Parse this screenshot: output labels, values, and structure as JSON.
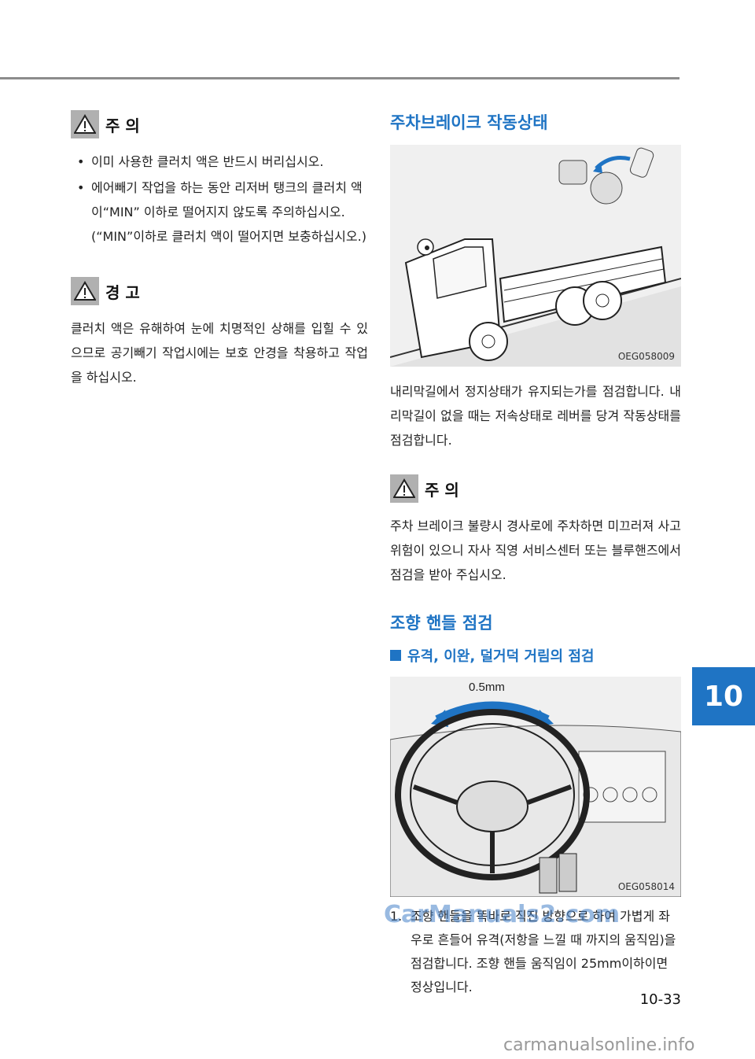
{
  "left": {
    "caution": {
      "title": "주 의",
      "items": [
        "이미 사용한 클러치 액은 반드시 버리십시오.",
        "에어빼기 작업을 하는 동안 리저버 탱크의 클러치 액이“MIN” 이하로 떨어지지 않도록 주의하십시오.(“MIN”이하로 클러치 액이 떨어지면 보충하십시오.)"
      ]
    },
    "warning": {
      "title": "경 고",
      "text": "클러치 액은 유해하여 눈에 치명적인 상해를 입힐 수 있으므로 공기빼기 작업시에는 보호 안경을 착용하고 작업을 하십시오."
    }
  },
  "right": {
    "parking": {
      "title": "주차브레이크 작동상태",
      "figure_code": "OEG058009",
      "text": "내리막길에서 정지상태가 유지되는가를 점검합니다. 내리막길이 없을 때는 저속상태로 레버를 당겨 작동상태를 점검합니다."
    },
    "caution": {
      "title": "주 의",
      "text": "주차 브레이크 불량시 경사로에 주차하면 미끄러져 사고 위험이 있으니 자사 직영 서비스센터 또는 블루핸즈에서 점검을 받아 주십시오."
    },
    "steering": {
      "title": "조향 핸들 점검",
      "subtitle": "유격, 이완, 덜거덕 거림의 점검",
      "figure_label": "0.5mm",
      "figure_code": "OEG058014",
      "step_num": "1.",
      "step_text": "조향 핸들을 똑바로 직진 방향으로 하여 가볍게 좌우로 흔들어 유격(저항을 느낄 때 까지의 움직임)을 점검합니다. 조향 핸들 움직임이 25mm이하이면 정상입니다."
    }
  },
  "chapter": "10",
  "page_number": "10-33",
  "watermark_mid": "CarManuals2.com",
  "watermark_foot": "carmanualsonline.info"
}
